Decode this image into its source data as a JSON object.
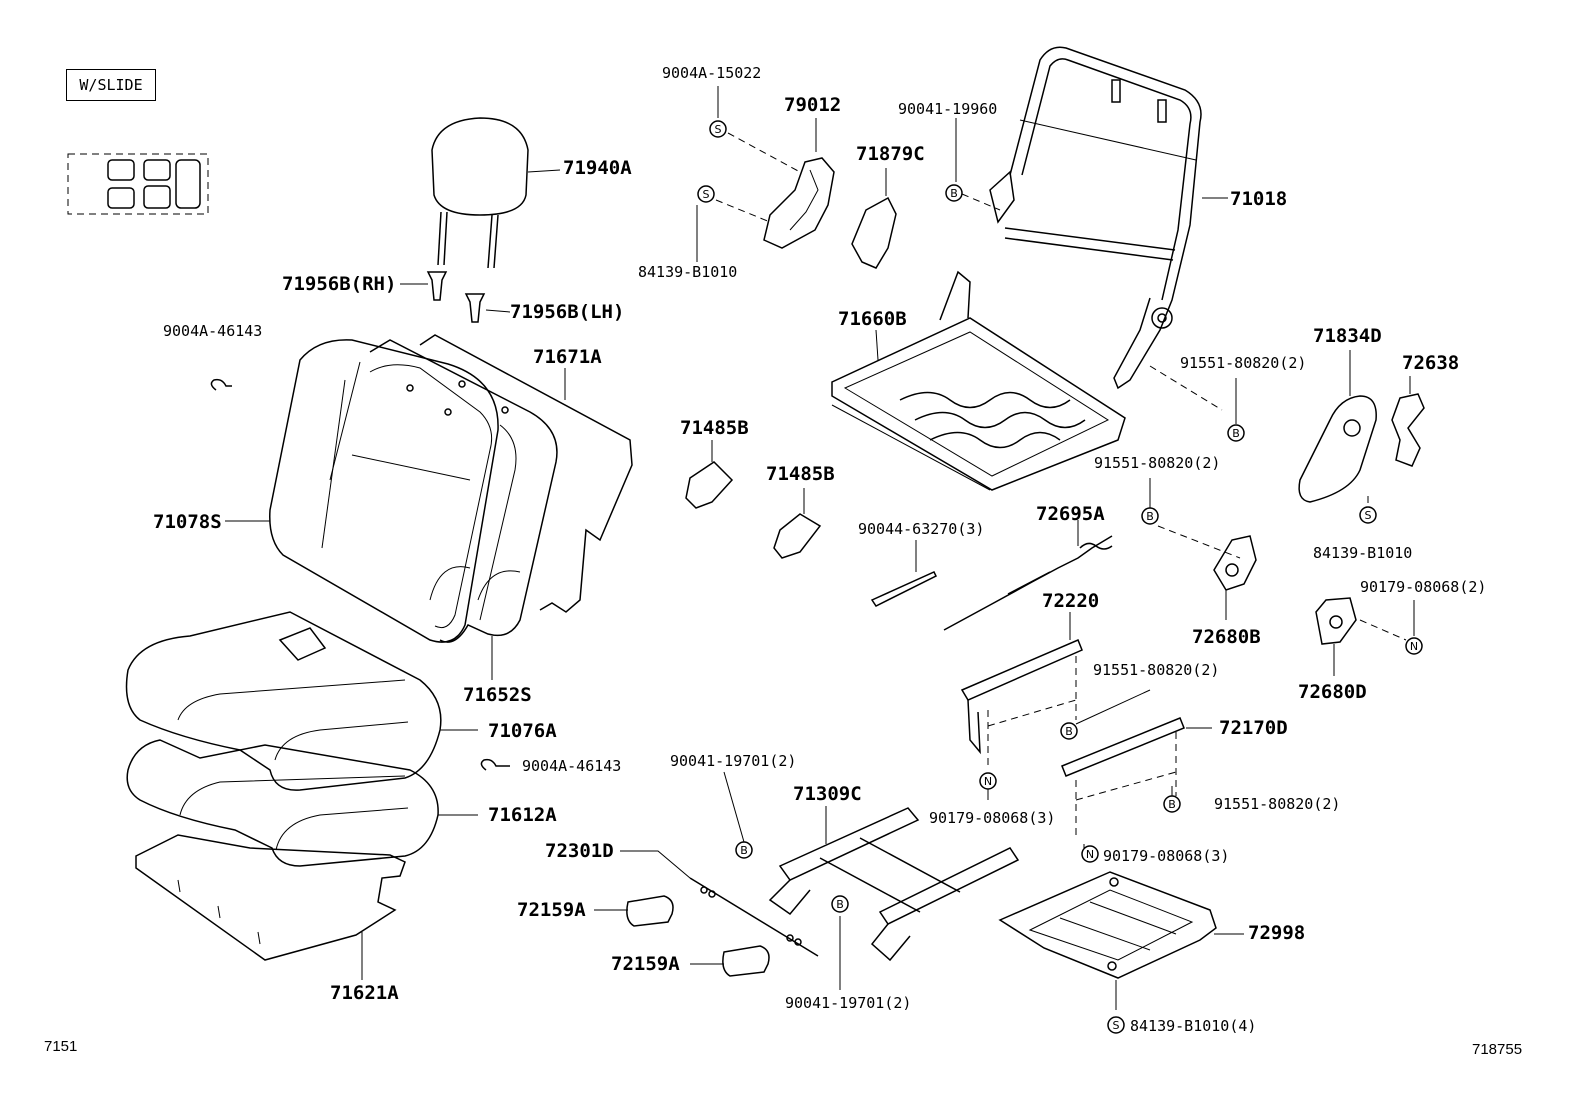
{
  "variant_box": "W/SLIDE",
  "footer": {
    "left": "7151",
    "right": "718755"
  },
  "callout_symbols": {
    "screw": "S",
    "bolt": "B",
    "nut": "N"
  },
  "parts": {
    "p9004a15022": "9004A-15022",
    "p79012": "79012",
    "p84139b1010_top": "84139-B1010",
    "p71879c": "71879C",
    "p90041_19960": "90041-19960",
    "p71018": "71018",
    "p71940a": "71940A",
    "p71956b_rh": "71956B(RH)",
    "p71956b_lh": "71956B(LH)",
    "p9004a46143_top": "9004A-46143",
    "p71671a": "71671A",
    "p71660b": "71660B",
    "p71834d": "71834D",
    "p72638": "72638",
    "p91551_80820_a": "91551-80820(2)",
    "p71485b_1": "71485B",
    "p71485b_2": "71485B",
    "p91551_80820_b": "91551-80820(2)",
    "p71078s": "71078S",
    "p90044_63270": "90044-63270(3)",
    "p72695a": "72695A",
    "p84139b1010_right": "84139-B1010",
    "p90179_08068_right": "90179-08068(2)",
    "p72220": "72220",
    "p72680b": "72680B",
    "p72680d": "72680D",
    "p71652s": "71652S",
    "p91551_80820_c": "91551-80820(2)",
    "p71076a": "71076A",
    "p72170d": "72170D",
    "p90041_19701_top": "90041-19701(2)",
    "p9004a46143_bot": "9004A-46143",
    "p71309c": "71309C",
    "p90179_08068_mid": "90179-08068(3)",
    "p91551_80820_d": "91551-80820(2)",
    "p71612a": "71612A",
    "p72301d": "72301D",
    "p90179_08068_low": "90179-08068(3)",
    "p72159a_1": "72159A",
    "p72998": "72998",
    "p72159a_2": "72159A",
    "p71621a": "71621A",
    "p90041_19701_bot": "90041-19701(2)",
    "p84139b1010_bot": "84139-B1010(4)"
  }
}
